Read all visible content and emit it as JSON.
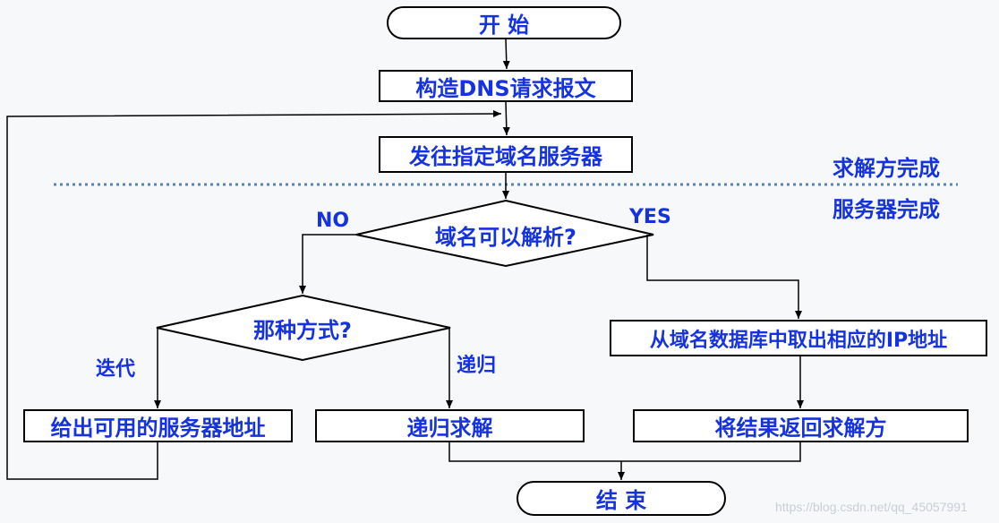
{
  "nodes": {
    "start": "开 始",
    "build": "构造DNS请求报文",
    "send": "发往指定域名服务器",
    "decision": "域名可以解析?",
    "mode": "那种方式?",
    "give_addr": "给出可用的服务器地址",
    "recursive_solve": "递归求解",
    "lookup": "从域名数据库中取出相应的IP地址",
    "return_result": "将结果返回求解方",
    "end": "结 束"
  },
  "labels": {
    "no": "NO",
    "yes": "YES",
    "iterative": "迭代",
    "recursive": "递归",
    "requester_done": "求解方完成",
    "server_done": "服务器完成"
  },
  "watermark": "https://blog.csdn.net/qq_45057991",
  "colors": {
    "text": "#1432e0",
    "line": "#000000",
    "divider": "#5b84b1",
    "background": "#f7f8fa"
  }
}
